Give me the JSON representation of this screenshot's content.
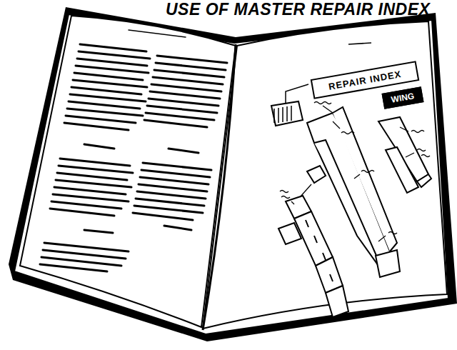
{
  "diagram": {
    "title": "USE OF MASTER REPAIR INDEX",
    "nodes": [
      {
        "text": [
          "REPAIR INDEX"
        ]
      },
      {
        "text": [
          "WING"
        ]
      }
    ]
  }
}
